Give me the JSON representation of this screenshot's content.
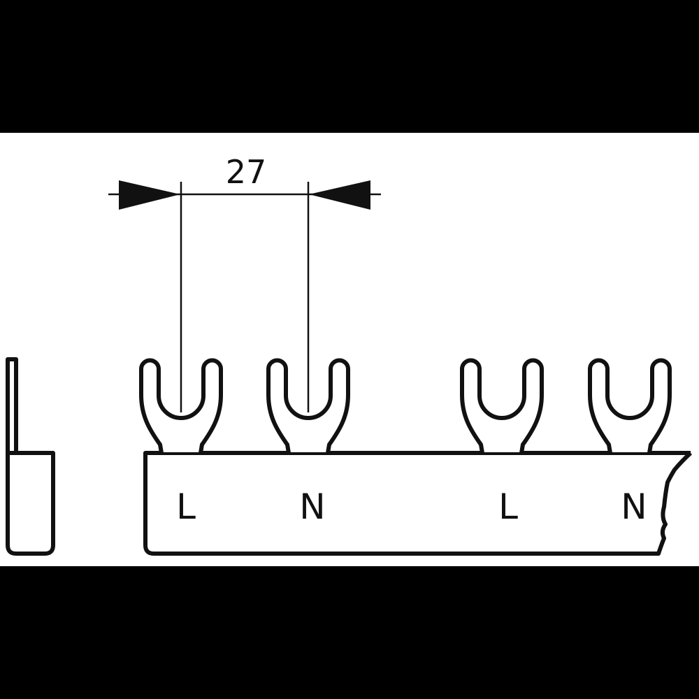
{
  "dimension": {
    "value": "27"
  },
  "terminals": [
    {
      "label": "L"
    },
    {
      "label": "N"
    },
    {
      "label": "L"
    },
    {
      "label": "N"
    }
  ],
  "colors": {
    "line": "#111111",
    "background": "#ffffff",
    "frame": "#000000"
  }
}
